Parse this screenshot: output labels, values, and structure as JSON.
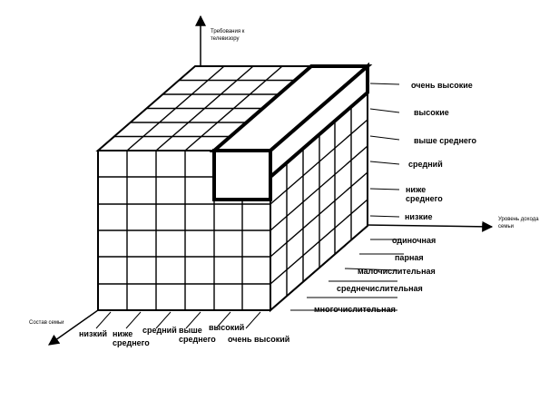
{
  "axes": {
    "vertical": {
      "line1": "Требования к",
      "line2": "телевизору"
    },
    "right": {
      "line1": "Уровень дохода",
      "line2": "семьи"
    },
    "left": {
      "line1": "Состав семьи"
    }
  },
  "requirement_levels": [
    {
      "text": "очень высокие"
    },
    {
      "text": "высокие"
    },
    {
      "text": "выше среднего"
    },
    {
      "text": "средний"
    },
    {
      "text": "ниже"
    },
    {
      "text": "среднего"
    },
    {
      "text": "низкие"
    }
  ],
  "family_composition": [
    {
      "text": "одиночная"
    },
    {
      "text": "парная"
    },
    {
      "text": "малочислительная"
    },
    {
      "text": "среднечислительная"
    },
    {
      "text": "многочислительная"
    }
  ],
  "income_levels": [
    {
      "text": "низкий"
    },
    {
      "text": "ниже"
    },
    {
      "text": "среднего"
    },
    {
      "text": "средний"
    },
    {
      "text": "выше"
    },
    {
      "text": "среднего"
    },
    {
      "text": "высокий"
    },
    {
      "text": "очень высокий"
    }
  ],
  "colors": {
    "ink": "#000000",
    "paper": "#ffffff"
  }
}
